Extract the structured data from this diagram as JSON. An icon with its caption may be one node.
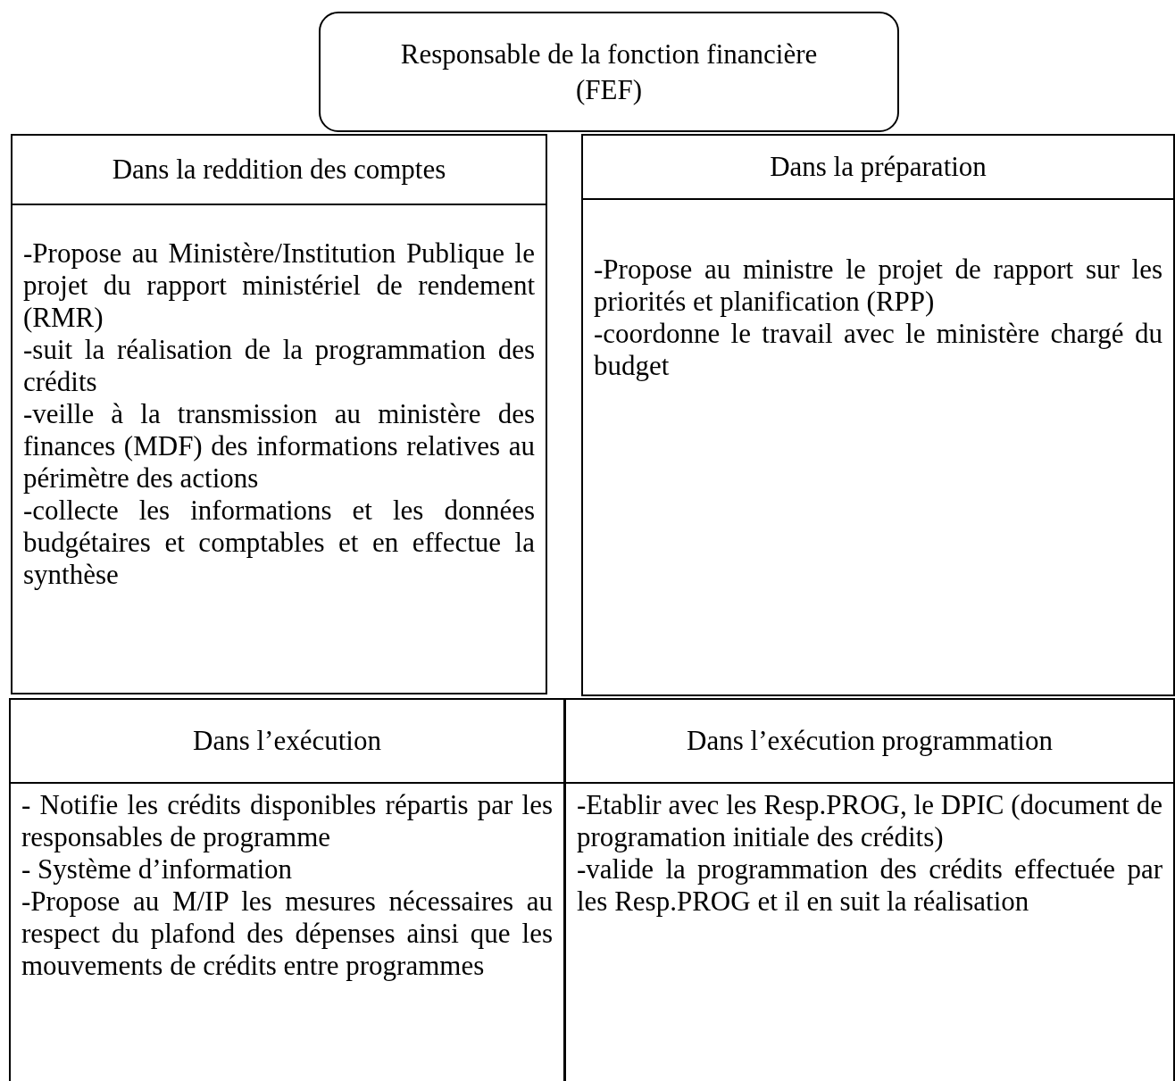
{
  "diagram": {
    "nodes": [
      {
        "text": [
          "Responsable de la fonction financière (FEF)"
        ]
      },
      {
        "text": [
          "Dans la reddition des comptes",
          "-Propose au Ministère/Institution Publique le projet du rapport ministériel de rendement (RMR)",
          "-suit la réalisation de la programmation des crédits",
          "-veille à la transmission au ministère des finances (MDF) des informations relatives au périmètre des actions",
          "-collecte les informations et les données budgétaires et comptables et en effectue la synthèse"
        ]
      },
      {
        "text": [
          "Dans la préparation",
          "-Propose au ministre le projet de rapport sur les priorités et planification (RPP)",
          "-coordonne le travail avec le ministère chargé du budget"
        ]
      },
      {
        "text": [
          "Dans l’exécution",
          "- Notifie les crédits disponibles répartis par les responsables de programme",
          "- Système d’information",
          "-Propose au M/IP les mesures nécessaires au respect du plafond des dépenses ainsi que les mouvements de crédits entre programmes"
        ]
      },
      {
        "text": [
          "Dans l’exécution programmation",
          "-Etablir avec les Resp.PROG, le DPIC (document de programation initiale des crédits)",
          "-valide la programmation des crédits effectuée par les Resp.PROG et il en suit la réalisation"
        ]
      }
    ]
  }
}
